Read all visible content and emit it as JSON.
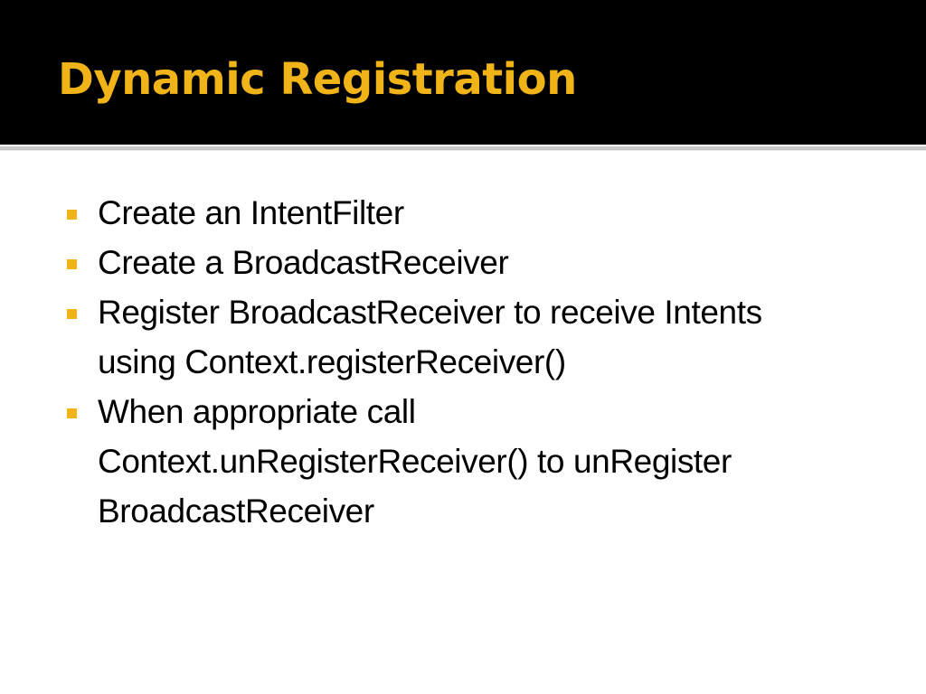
{
  "slide": {
    "title": "Dynamic Registration",
    "title_color": "#f0b418",
    "bullet_color": "#f0b418",
    "background_header": "#000000",
    "bullets": [
      {
        "lines": [
          "Create an IntentFilter"
        ]
      },
      {
        "lines": [
          "Create a BroadcastReceiver"
        ]
      },
      {
        "lines": [
          "Register BroadcastReceiver to receive Intents",
          "using Context.registerReceiver()"
        ]
      },
      {
        "lines": [
          "When appropriate call",
          "Context.unRegisterReceiver() to unRegister",
          "BroadcastReceiver"
        ]
      }
    ]
  }
}
